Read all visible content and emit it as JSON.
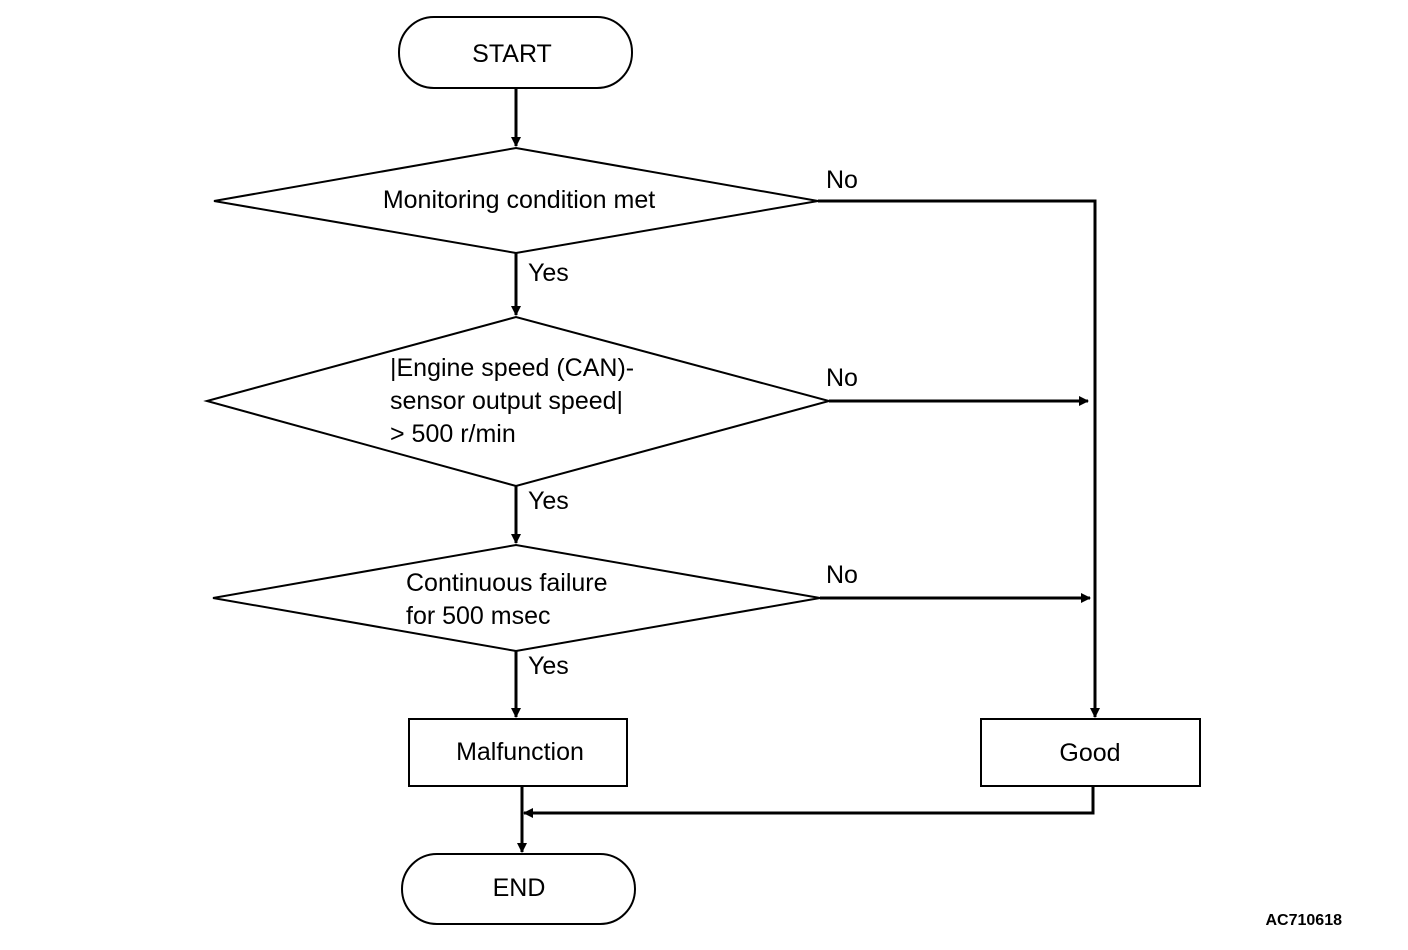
{
  "nodes": {
    "start": "START",
    "decision1": "Monitoring condition met",
    "decision2": [
      "|Engine speed (CAN)-",
      "sensor output speed|",
      "> 500 r/min"
    ],
    "decision3": [
      "Continuous failure",
      "for 500 msec"
    ],
    "malfunction": "Malfunction",
    "good": "Good",
    "end": "END"
  },
  "edges": {
    "yes": "Yes",
    "no": "No"
  },
  "figure_id": "AC710618"
}
